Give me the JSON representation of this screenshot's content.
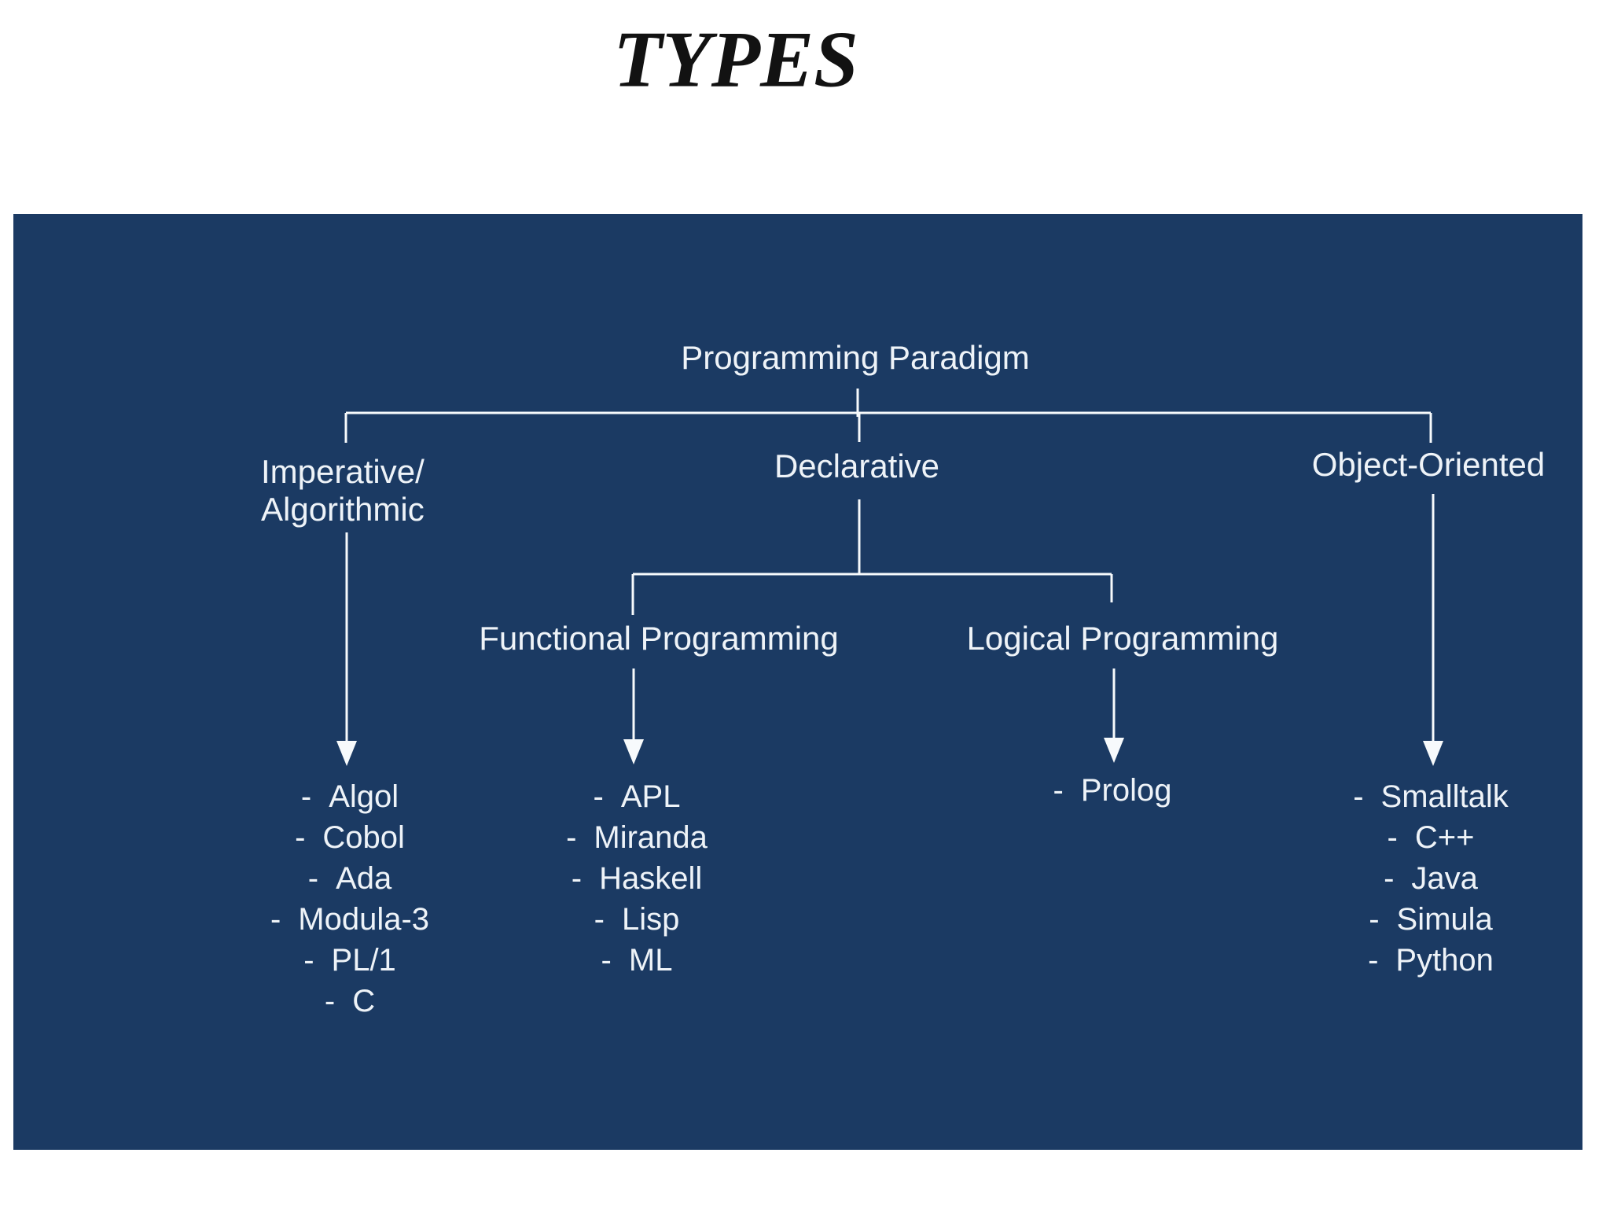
{
  "title": "TYPES",
  "colors": {
    "page_background": "#ffffff",
    "panel_background": "#1b3a63",
    "line_color": "#f7fafc",
    "text_color": "#eef3f8",
    "title_color": "#121212"
  },
  "tree": {
    "bullet": "-",
    "root_label": "Programming Paradigm",
    "branches": {
      "imperative": {
        "label_line1": "Imperative/",
        "label_line2": "Algorithmic",
        "items": [
          "Algol",
          "Cobol",
          "Ada",
          "Modula-3",
          "PL/1",
          "C"
        ]
      },
      "declarative": {
        "label": "Declarative",
        "children": {
          "functional": {
            "label": "Functional Programming",
            "items": [
              "APL",
              "Miranda",
              "Haskell",
              "Lisp",
              "ML"
            ]
          },
          "logical": {
            "label": "Logical Programming",
            "items": [
              "Prolog"
            ]
          }
        }
      },
      "object_oriented": {
        "label": "Object-Oriented",
        "items": [
          "Smalltalk",
          "C++",
          "Java",
          "Simula",
          "Python"
        ]
      }
    }
  }
}
